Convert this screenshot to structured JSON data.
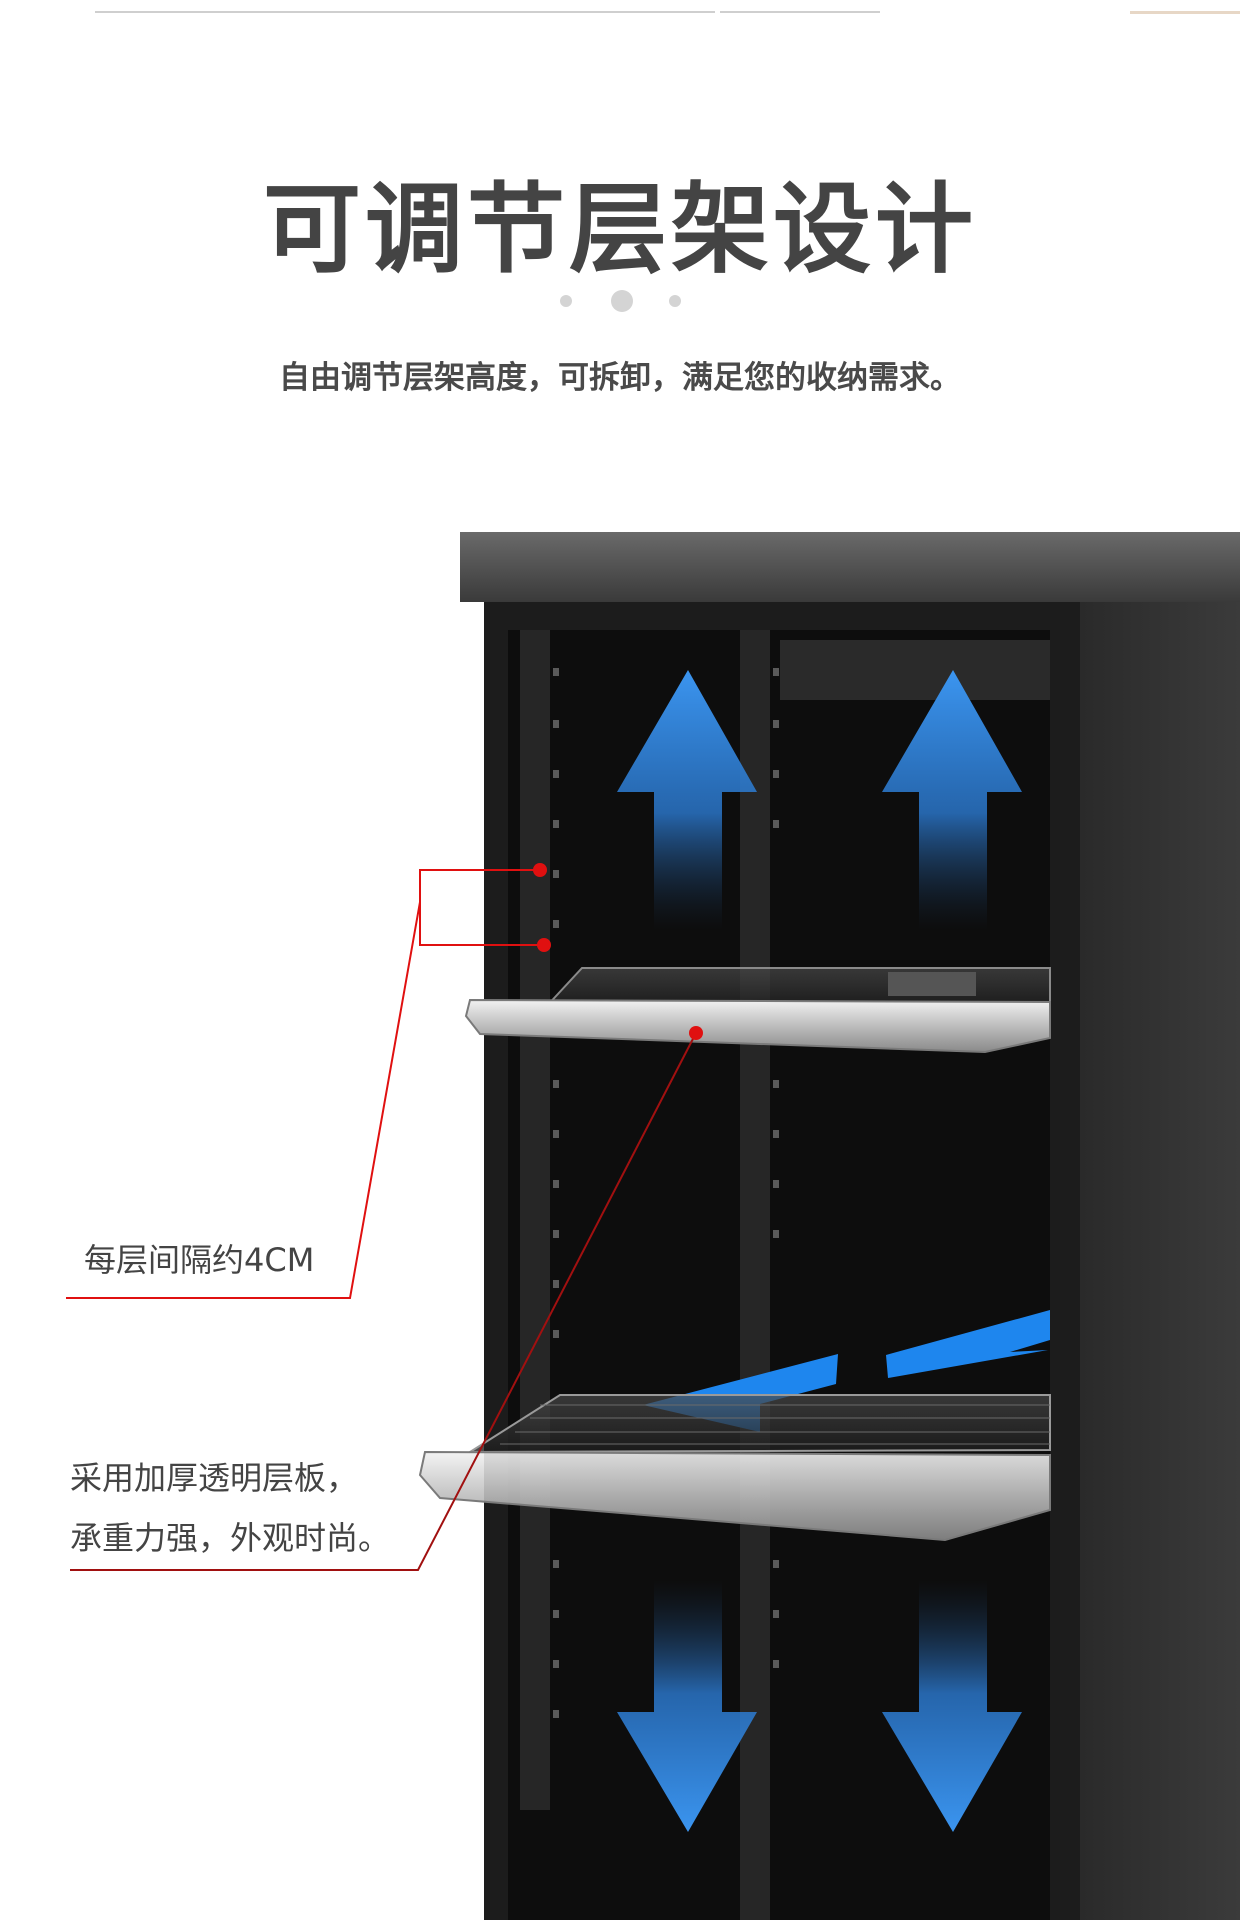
{
  "header": {
    "title": "可调节层架设计",
    "subtitle": "自由调节层架高度，可拆卸，满足您的收纳需求。"
  },
  "carousel": {
    "active_index": 1,
    "count": 3
  },
  "annotations": {
    "spacing": "每层间隔约4CM",
    "shelf_line1": "采用加厚透明层板，",
    "shelf_line2": "承重力强，外观时尚。"
  },
  "colors": {
    "cabinet": "#151515",
    "cabinet_side": "#2b2b2b",
    "arrow_blue": "#2f86e0",
    "callout_red": "#e01010",
    "text": "#444444"
  }
}
